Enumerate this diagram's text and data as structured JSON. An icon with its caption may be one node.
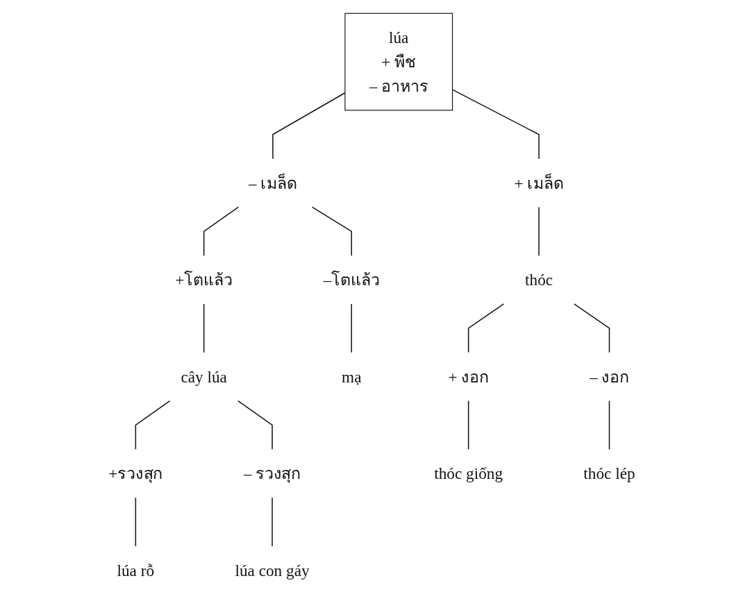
{
  "diagram": {
    "nodes": [
      {
        "text": [
          "lúa",
          "+ พืช",
          "– อาหาร"
        ]
      },
      {
        "text": [
          "– เมล็ด"
        ]
      },
      {
        "text": [
          "+ เมล็ด"
        ]
      },
      {
        "text": [
          "+โตแล้ว"
        ]
      },
      {
        "text": [
          "–โตแล้ว"
        ]
      },
      {
        "text": [
          "cây lúa"
        ]
      },
      {
        "text": [
          "mạ"
        ]
      },
      {
        "text": [
          "thóc"
        ]
      },
      {
        "text": [
          "+รวงสุก"
        ]
      },
      {
        "text": [
          "– รวงสุก"
        ]
      },
      {
        "text": [
          "+ งอก"
        ]
      },
      {
        "text": [
          "– งอก"
        ]
      },
      {
        "text": [
          "lúa rỗ"
        ]
      },
      {
        "text": [
          "lúa con gáy"
        ]
      },
      {
        "text": [
          "thóc giống"
        ]
      },
      {
        "text": [
          "thóc lép"
        ]
      }
    ],
    "edges": [
      {
        "from": 0,
        "to": 1,
        "arrow": "none"
      },
      {
        "from": 0,
        "to": 2,
        "arrow": "none"
      },
      {
        "from": 1,
        "to": 3,
        "arrow": "none"
      },
      {
        "from": 1,
        "to": 4,
        "arrow": "none"
      },
      {
        "from": 3,
        "to": 5,
        "arrow": "none"
      },
      {
        "from": 4,
        "to": 6,
        "arrow": "none"
      },
      {
        "from": 2,
        "to": 7,
        "arrow": "none"
      },
      {
        "from": 5,
        "to": 8,
        "arrow": "none"
      },
      {
        "from": 5,
        "to": 9,
        "arrow": "none"
      },
      {
        "from": 7,
        "to": 10,
        "arrow": "none"
      },
      {
        "from": 7,
        "to": 11,
        "arrow": "none"
      },
      {
        "from": 8,
        "to": 12,
        "arrow": "none"
      },
      {
        "from": 9,
        "to": 13,
        "arrow": "none"
      },
      {
        "from": 10,
        "to": 14,
        "arrow": "none"
      },
      {
        "from": 11,
        "to": 15,
        "arrow": "none"
      }
    ]
  }
}
